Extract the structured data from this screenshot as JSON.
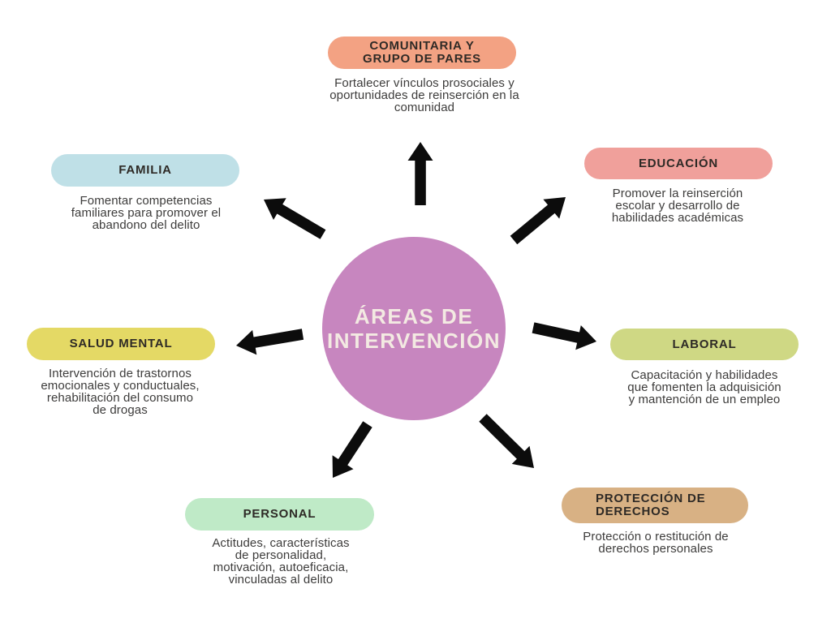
{
  "page": {
    "background": "#ffffff"
  },
  "center": {
    "title": "ÁREAS DE\nINTERVENCIÓN",
    "color": "#C786BF",
    "text_color": "#F3EAE2"
  },
  "arrow_color": "#0C0C0C",
  "nodes": [
    {
      "id": "comunitaria",
      "label": "COMUNITARIA Y\nGRUPO DE PARES",
      "color": "#F3A283",
      "description": "Fortalecer vínculos prosociales y\noportunidades de reinserción en la\ncomunidad"
    },
    {
      "id": "educacion",
      "label": "EDUCACIÓN",
      "color": "#F0A09B",
      "description": "Promover la reinserción\nescolar y desarrollo de\nhabilidades académicas"
    },
    {
      "id": "laboral",
      "label": "LABORAL",
      "color": "#CFD884",
      "description": "Capacitación y habilidades\nque fomenten la adquisición\ny mantención de un empleo"
    },
    {
      "id": "proteccion-de-derechos",
      "label": "PROTECCIÓN DE\nDERECHOS",
      "color": "#D8B184",
      "description": "Protección o restitución de\nderechos personales"
    },
    {
      "id": "personal",
      "label": "PERSONAL",
      "color": "#BFEAC7",
      "description": "Actitudes, características\nde personalidad,\nmotivación, autoeficacia,\nvinculadas al delito"
    },
    {
      "id": "salud-mental",
      "label": "SALUD MENTAL",
      "color": "#E4D965",
      "description": "Intervención de trastornos\nemocionales y conductuales,\nrehabilitación del consumo\nde drogas"
    },
    {
      "id": "familia",
      "label": "FAMILIA",
      "color": "#BFE0E7",
      "description": "Fomentar competencias\nfamiliares para promover el\nabandono del delito"
    }
  ]
}
